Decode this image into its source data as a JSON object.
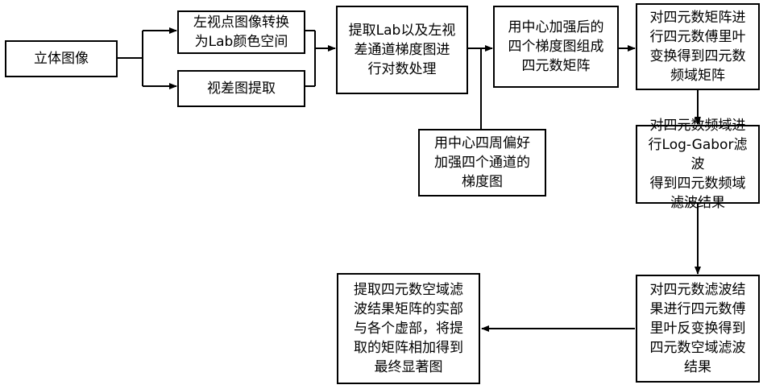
{
  "nodes": {
    "stereo": {
      "lines": [
        "立体图像"
      ]
    },
    "lab_convert": {
      "lines": [
        "左视点图像转换",
        "为Lab颜色空间"
      ]
    },
    "disparity": {
      "lines": [
        "视差图提取"
      ]
    },
    "log_process": {
      "lines": [
        "提取Lab以及左视",
        "差通道梯度图进",
        "行对数处理"
      ]
    },
    "center_bias": {
      "lines": [
        "用中心四周偏好",
        "加强四个通道的",
        "梯度图"
      ]
    },
    "quat_matrix": {
      "lines": [
        "用中心加强后的",
        "四个梯度图组成",
        "四元数矩阵"
      ]
    },
    "qft": {
      "lines": [
        "对四元数矩阵进",
        "行四元数傅里叶",
        "变换得到四元数",
        "频域矩阵"
      ]
    },
    "gabor": {
      "lines": [
        "对四元数频域进",
        "行Log-Gabor滤波",
        "得到四元数频域",
        "滤波结果"
      ]
    },
    "iqft": {
      "lines": [
        "对四元数滤波结",
        "果进行四元数傅",
        "里叶反变换得到",
        "四元数空域滤波",
        "结果"
      ]
    },
    "saliency": {
      "lines": [
        "提取四元数空域滤",
        "波结果矩阵的实部",
        "与各个虚部，将提",
        "取的矩阵相加得到",
        "最终显著图"
      ]
    }
  }
}
